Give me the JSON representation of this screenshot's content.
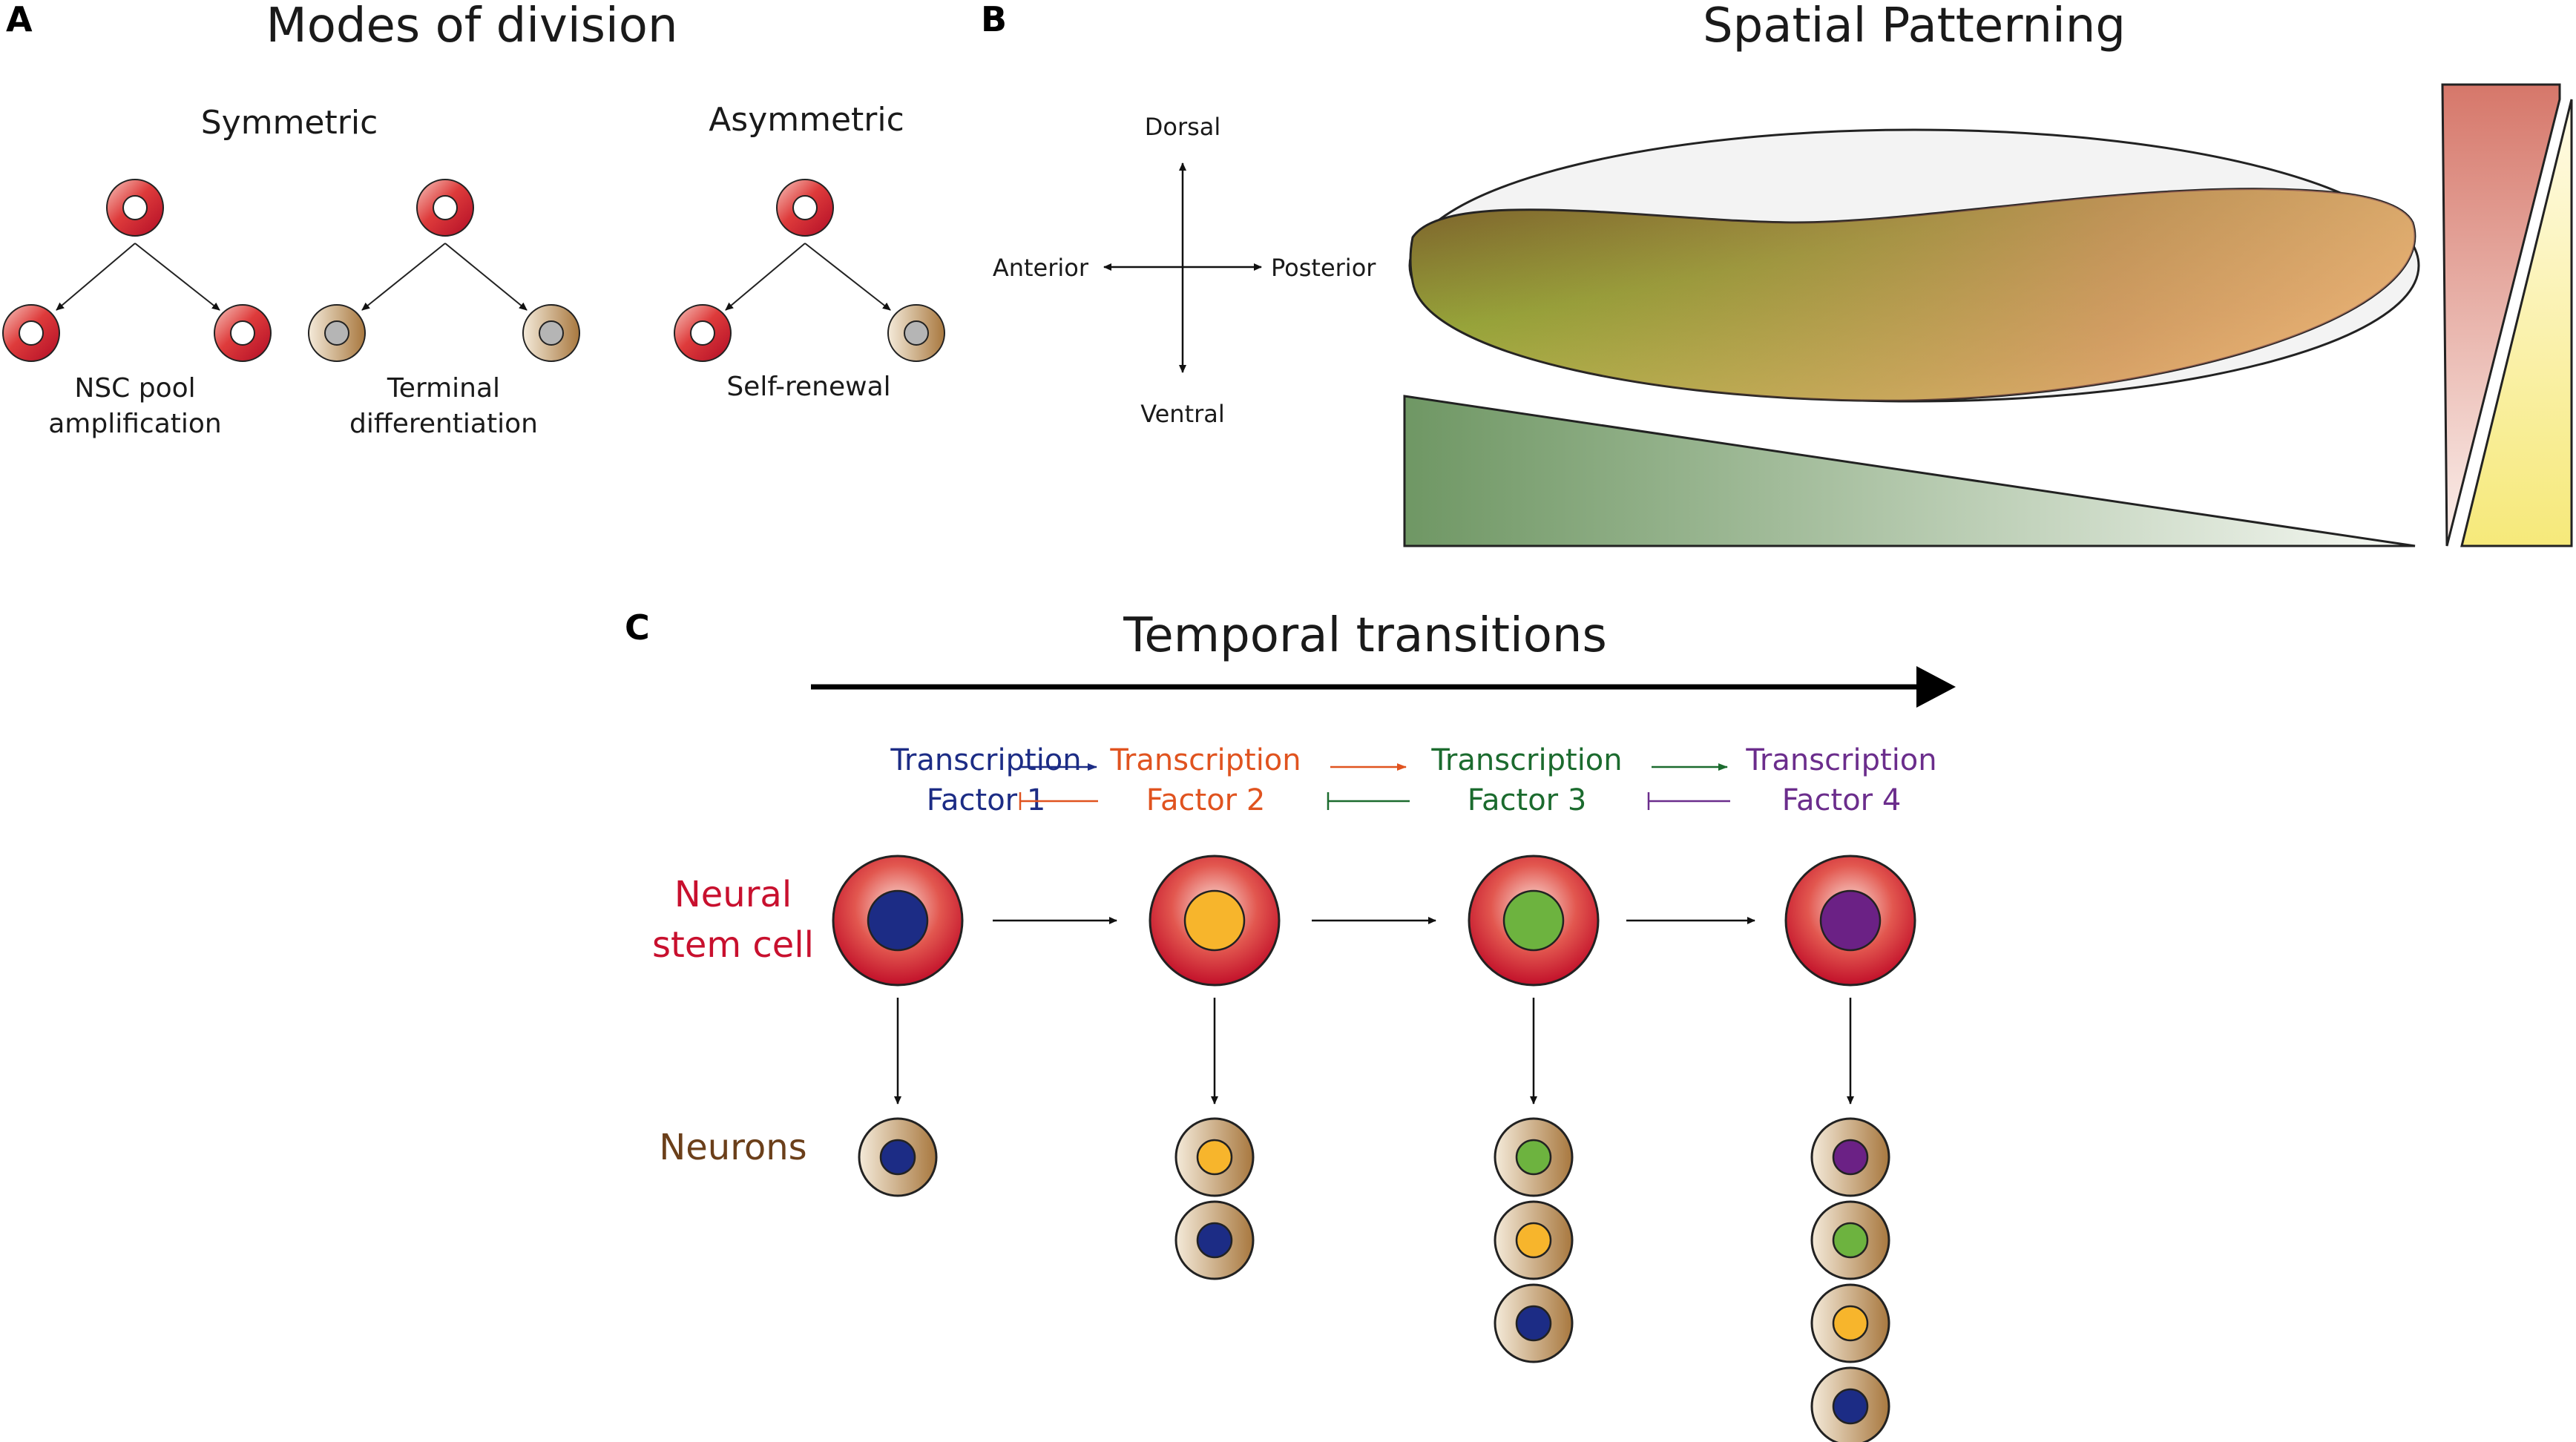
{
  "panels": {
    "a": "A",
    "b": "B",
    "c": "C"
  },
  "panel_a": {
    "title": "Modes of division",
    "symmetric_label": "Symmetric",
    "asymmetric_label": "Asymmetric",
    "captions": {
      "nsc_line1": "NSC pool",
      "nsc_line2": "amplification",
      "term_line1": "Terminal",
      "term_line2": "differentiation",
      "self_renewal": "Self-renewal"
    }
  },
  "panel_b": {
    "title": "Spatial Patterning",
    "axes": {
      "dorsal": "Dorsal",
      "ventral": "Ventral",
      "anterior": "Anterior",
      "posterior": "Posterior"
    }
  },
  "panel_c": {
    "title": "Temporal transitions",
    "factors": [
      {
        "line1": "Transcription",
        "line2": "Factor 1",
        "color": "#1c2c85"
      },
      {
        "line1": "Transcription",
        "line2": "Factor 2",
        "color": "#e0531f"
      },
      {
        "line1": "Transcription",
        "line2": "Factor 3",
        "color": "#1b6b2e"
      },
      {
        "line1": "Transcription",
        "line2": "Factor 4",
        "color": "#6b2d8c"
      }
    ],
    "stem_label_line1": "Neural",
    "stem_label_line2": "stem cell",
    "stem_label_color": "#c8102e",
    "neurons_label": "Neurons",
    "neurons_label_color": "#6b3f1a",
    "nucleus_colors": [
      "#1c2c85",
      "#f7b52c",
      "#6db33f",
      "#6b2185"
    ]
  }
}
